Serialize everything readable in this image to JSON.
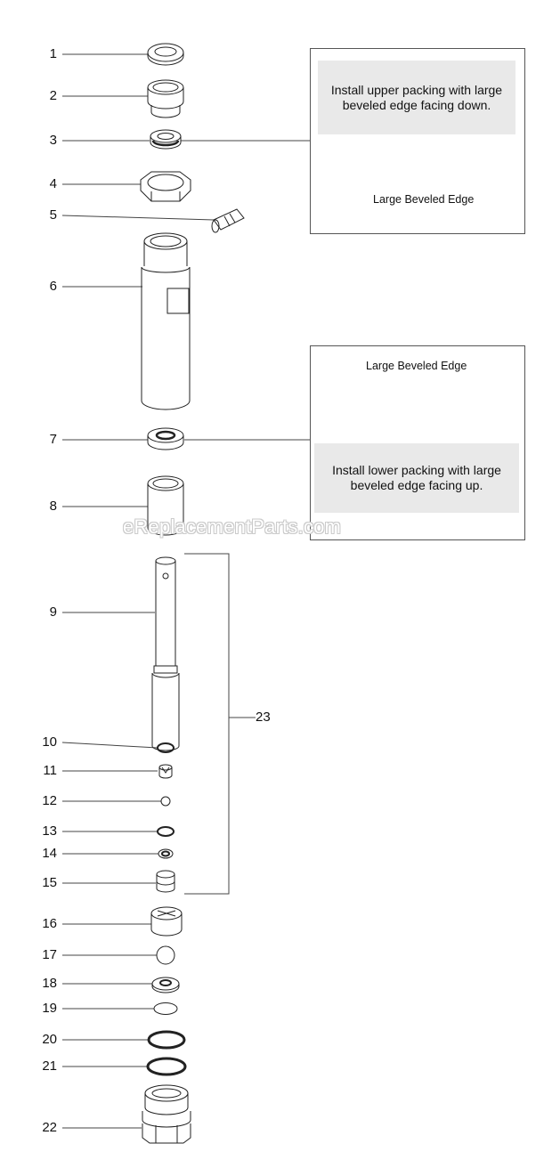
{
  "callouts": [
    "1",
    "2",
    "3",
    "4",
    "5",
    "6",
    "7",
    "8",
    "9",
    "10",
    "11",
    "12",
    "13",
    "14",
    "15",
    "16",
    "17",
    "18",
    "19",
    "20",
    "21",
    "22",
    "23"
  ],
  "upper_note": {
    "text": "Install upper packing with large beveled edge facing down.",
    "label": "Large Beveled Edge"
  },
  "lower_note": {
    "text": "Install lower packing with large beveled edge facing up.",
    "label": "Large Beveled Edge"
  },
  "watermark": "eReplacementParts.com"
}
